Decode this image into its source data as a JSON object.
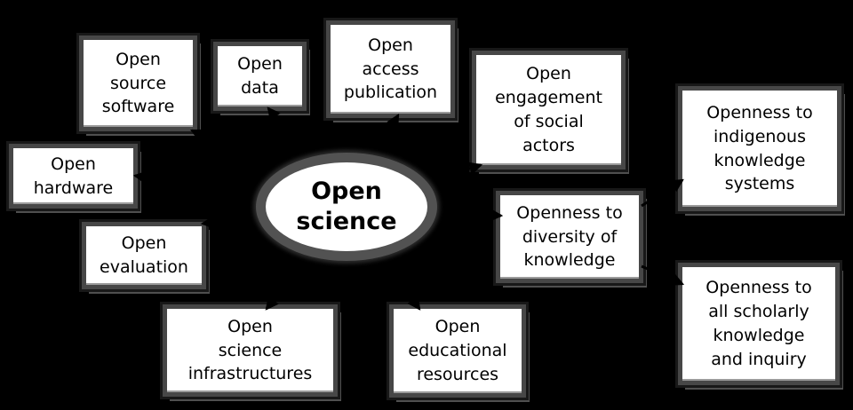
{
  "diagram": {
    "type": "concept-map",
    "background_color": "#000000",
    "node_fill": "#ffffff",
    "node_border_color": "#474747",
    "edge_color": "#000000",
    "text_color": "#000000",
    "center": {
      "id": "open-science",
      "label": "Open\nscience"
    },
    "nodes": [
      {
        "id": "open-source-software",
        "label": "Open\nsource\nsoftware"
      },
      {
        "id": "open-data",
        "label": "Open\ndata"
      },
      {
        "id": "open-access-publication",
        "label": "Open\naccess\npublication"
      },
      {
        "id": "open-engagement-of-social-actors",
        "label": "Open\nengagement\nof social\nactors"
      },
      {
        "id": "openness-to-indigenous-knowledge-systems",
        "label": "Openness to\nindigenous\nknowledge\nsystems"
      },
      {
        "id": "open-hardware",
        "label": "Open\nhardware"
      },
      {
        "id": "openness-to-diversity-of-knowledge",
        "label": "Openness to\ndiversity of\nknowledge"
      },
      {
        "id": "open-evaluation",
        "label": "Open\nevaluation"
      },
      {
        "id": "openness-to-all-scholarly-knowledge-and-inquiry",
        "label": "Openness to\nall scholarly\nknowledge\nand inquiry"
      },
      {
        "id": "open-science-infrastructures",
        "label": "Open\nscience\ninfrastructures"
      },
      {
        "id": "open-educational-resources",
        "label": "Open\neducational\nresources"
      }
    ],
    "edges": [
      {
        "from": "open-science",
        "to": "open-source-software"
      },
      {
        "from": "open-science",
        "to": "open-data"
      },
      {
        "from": "open-science",
        "to": "open-access-publication"
      },
      {
        "from": "open-science",
        "to": "open-engagement-of-social-actors"
      },
      {
        "from": "open-science",
        "to": "open-hardware"
      },
      {
        "from": "open-science",
        "to": "open-evaluation"
      },
      {
        "from": "open-science",
        "to": "open-science-infrastructures"
      },
      {
        "from": "open-science",
        "to": "open-educational-resources"
      },
      {
        "from": "open-science",
        "to": "openness-to-diversity-of-knowledge"
      },
      {
        "from": "openness-to-diversity-of-knowledge",
        "to": "openness-to-indigenous-knowledge-systems"
      },
      {
        "from": "openness-to-diversity-of-knowledge",
        "to": "openness-to-all-scholarly-knowledge-and-inquiry"
      }
    ]
  }
}
